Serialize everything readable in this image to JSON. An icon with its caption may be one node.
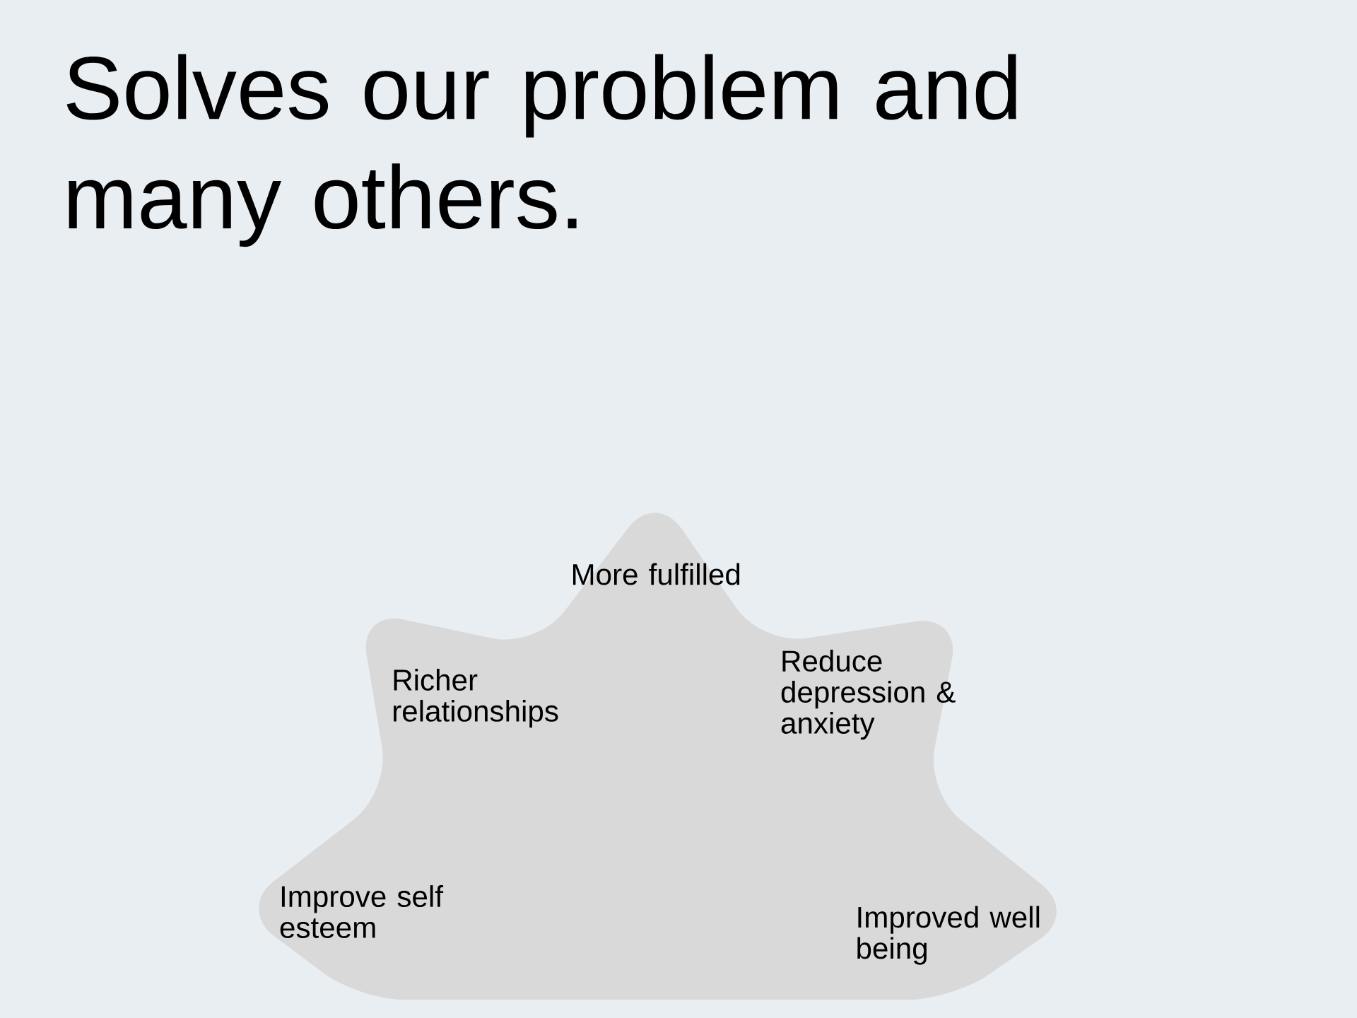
{
  "diagram": {
    "title": "Solves our problem and many others.",
    "nodes": [
      {
        "text": [
          "More fulfilled",
          "Richer relationships",
          "Reduce depression & anxiety",
          "Improve self esteem",
          "Improved well being"
        ]
      }
    ]
  }
}
